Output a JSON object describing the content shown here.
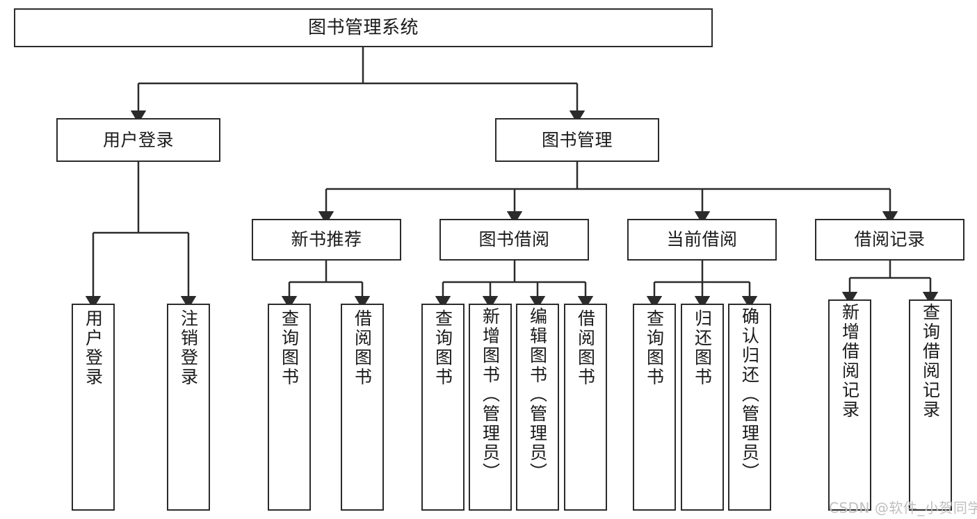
{
  "diagram": {
    "title": "图书管理系统",
    "watermark": "CSDN @软件_小贺同学",
    "stroke_color": "#2b2b2b",
    "fill_color": "#ffffff",
    "text_color": "#1a1a1a",
    "watermark_color": "#bfbfbf",
    "type": "tree-hierarchy"
  },
  "nodes": {
    "root": {
      "label": "图书管理系统"
    },
    "level2": [
      {
        "id": "user-login",
        "label": "用户登录"
      },
      {
        "id": "book-manage",
        "label": "图书管理"
      }
    ],
    "level3": [
      {
        "id": "new-book-recommend",
        "label": "新书推荐"
      },
      {
        "id": "book-borrow",
        "label": "图书借阅"
      },
      {
        "id": "current-borrow",
        "label": "当前借阅"
      },
      {
        "id": "borrow-record",
        "label": "借阅记录"
      }
    ],
    "leaves": {
      "user-login": [
        {
          "id": "leaf-user-login",
          "label": "用户登录"
        },
        {
          "id": "leaf-logout-login",
          "label": "注销登录"
        }
      ],
      "new-book-recommend": [
        {
          "id": "leaf-query-book-1",
          "label": "查询图书"
        },
        {
          "id": "leaf-borrow-book-1",
          "label": "借阅图书"
        }
      ],
      "book-borrow": [
        {
          "id": "leaf-query-book-2",
          "label": "查询图书"
        },
        {
          "id": "leaf-add-book-admin",
          "label": "新增图书（管理员）"
        },
        {
          "id": "leaf-edit-book-admin",
          "label": "编辑图书（管理员）"
        },
        {
          "id": "leaf-borrow-book-2",
          "label": "借阅图书"
        }
      ],
      "current-borrow": [
        {
          "id": "leaf-query-book-3",
          "label": "查询图书"
        },
        {
          "id": "leaf-return-book",
          "label": "归还图书"
        },
        {
          "id": "leaf-confirm-return-admin",
          "label": "确认归还（管理员）"
        }
      ],
      "borrow-record": [
        {
          "id": "leaf-add-borrow-record",
          "label": "新增借阅记录"
        },
        {
          "id": "leaf-query-borrow-record",
          "label": "查询借阅记录"
        }
      ]
    }
  }
}
